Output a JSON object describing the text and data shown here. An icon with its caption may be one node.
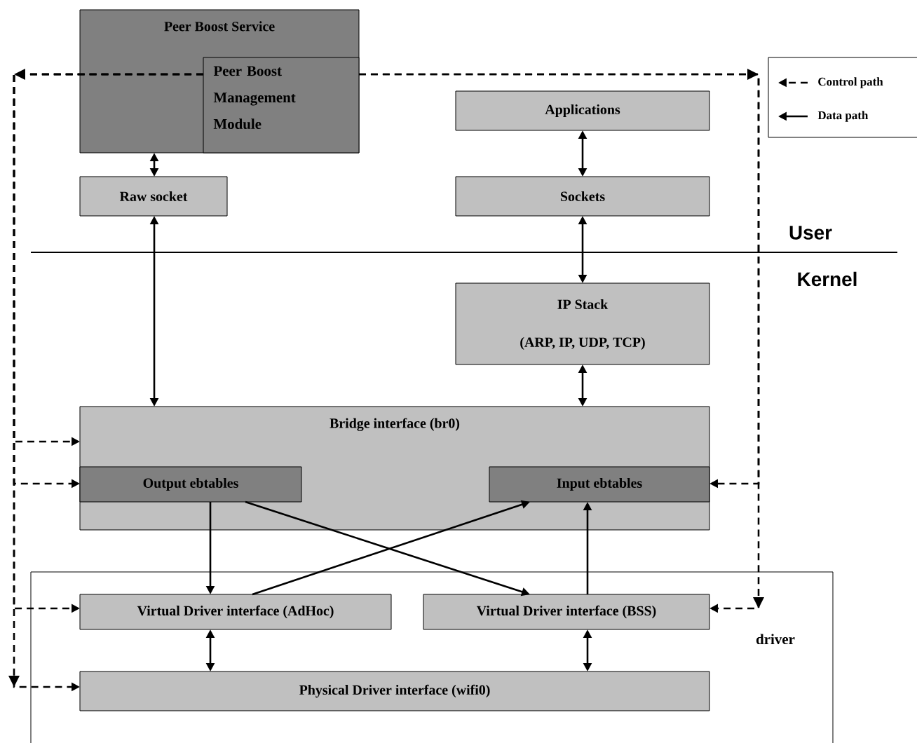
{
  "diagram": {
    "nodes": [
      {
        "text": [
          "Peer Boost Service"
        ]
      },
      {
        "text": [
          "Peer Boost Management Module"
        ],
        "in": 0
      },
      {
        "text": [
          "Raw socket"
        ]
      },
      {
        "text": [
          "Applications"
        ]
      },
      {
        "text": [
          "Sockets"
        ]
      },
      {
        "text": [
          "IP Stack",
          "(ARP, IP, UDP, TCP)"
        ]
      },
      {
        "text": [
          "Bridge interface (br0)"
        ]
      },
      {
        "text": [
          "Output ebtables"
        ],
        "in": 6
      },
      {
        "text": [
          "Input ebtables"
        ],
        "in": 6
      },
      {
        "text": [
          "driver"
        ]
      },
      {
        "text": [
          "Virtual Driver interface (AdHoc)"
        ],
        "in": 9
      },
      {
        "text": [
          "Virtual Driver interface (BSS)"
        ],
        "in": 9
      },
      {
        "text": [
          "Physical Driver interface (wifi0)"
        ],
        "in": 9
      }
    ],
    "edges": [
      {
        "from": 1,
        "to": 6,
        "arrow": "to",
        "style": "dashed"
      },
      {
        "from": 1,
        "to": 7,
        "arrow": "to",
        "style": "dashed"
      },
      {
        "from": 1,
        "to": 10,
        "arrow": "to",
        "style": "dashed"
      },
      {
        "from": 1,
        "to": 12,
        "arrow": "to",
        "style": "dashed"
      },
      {
        "from": 1,
        "to": 8,
        "arrow": "to",
        "style": "dashed"
      },
      {
        "from": 1,
        "to": 11,
        "arrow": "to",
        "style": "dashed"
      },
      {
        "from": 0,
        "to": 2,
        "arrow": "both"
      },
      {
        "from": 3,
        "to": 4,
        "arrow": "both"
      },
      {
        "from": 4,
        "to": 5,
        "arrow": "both"
      },
      {
        "from": 2,
        "to": 6,
        "arrow": "both"
      },
      {
        "from": 5,
        "to": 6,
        "arrow": "both"
      },
      {
        "from": 7,
        "to": 10,
        "arrow": "to"
      },
      {
        "from": 7,
        "to": 11,
        "arrow": "to"
      },
      {
        "from": 10,
        "to": 8,
        "arrow": "to"
      },
      {
        "from": 11,
        "to": 8,
        "arrow": "to"
      },
      {
        "from": 10,
        "to": 12,
        "arrow": "both"
      },
      {
        "from": 11,
        "to": 12,
        "arrow": "both"
      }
    ],
    "labels": [
      "User",
      "Kernel"
    ],
    "legend": [
      {
        "text": "Control path"
      },
      {
        "text": "Data path"
      }
    ]
  }
}
